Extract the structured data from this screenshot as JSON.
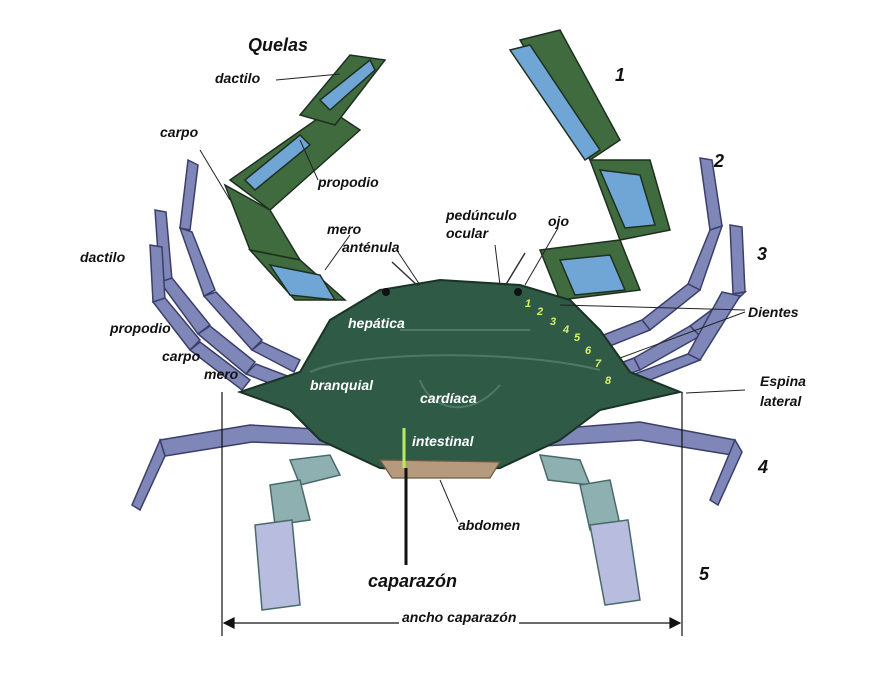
{
  "labels": {
    "quelas": "Quelas",
    "dactilo_claw": "dactilo",
    "carpo_left": "carpo",
    "propodio_claw": "propodio",
    "mero_claw": "mero",
    "antenula": "anténula",
    "pedunculo": "pedúnculo",
    "ocular": "ocular",
    "ojo": "ojo",
    "dactilo_leg": "dactilo",
    "propodio_leg": "propodio",
    "carpo_leg": "carpo",
    "mero_leg": "mero",
    "hepatica": "hepática",
    "branquial": "branquial",
    "cardiaca": "cardíaca",
    "intestinal": "intestinal",
    "dientes": "Dientes",
    "espina": "Espina",
    "lateral": "lateral",
    "abdomen": "abdomen",
    "caparazon": "caparazón",
    "ancho_caparazon": "ancho caparazón"
  },
  "leg_numbers": [
    "1",
    "2",
    "3",
    "4",
    "5"
  ],
  "teeth": [
    "1",
    "2",
    "3",
    "4",
    "5",
    "6",
    "7",
    "8"
  ],
  "colors": {
    "carapace": "#2f5a46",
    "claw_green": "#3f6b3f",
    "claw_blue": "#6fa6d6",
    "legs": "#7f86b8",
    "swim_legs": "#8fb0b0",
    "tooth_label": "#d6f06a"
  }
}
